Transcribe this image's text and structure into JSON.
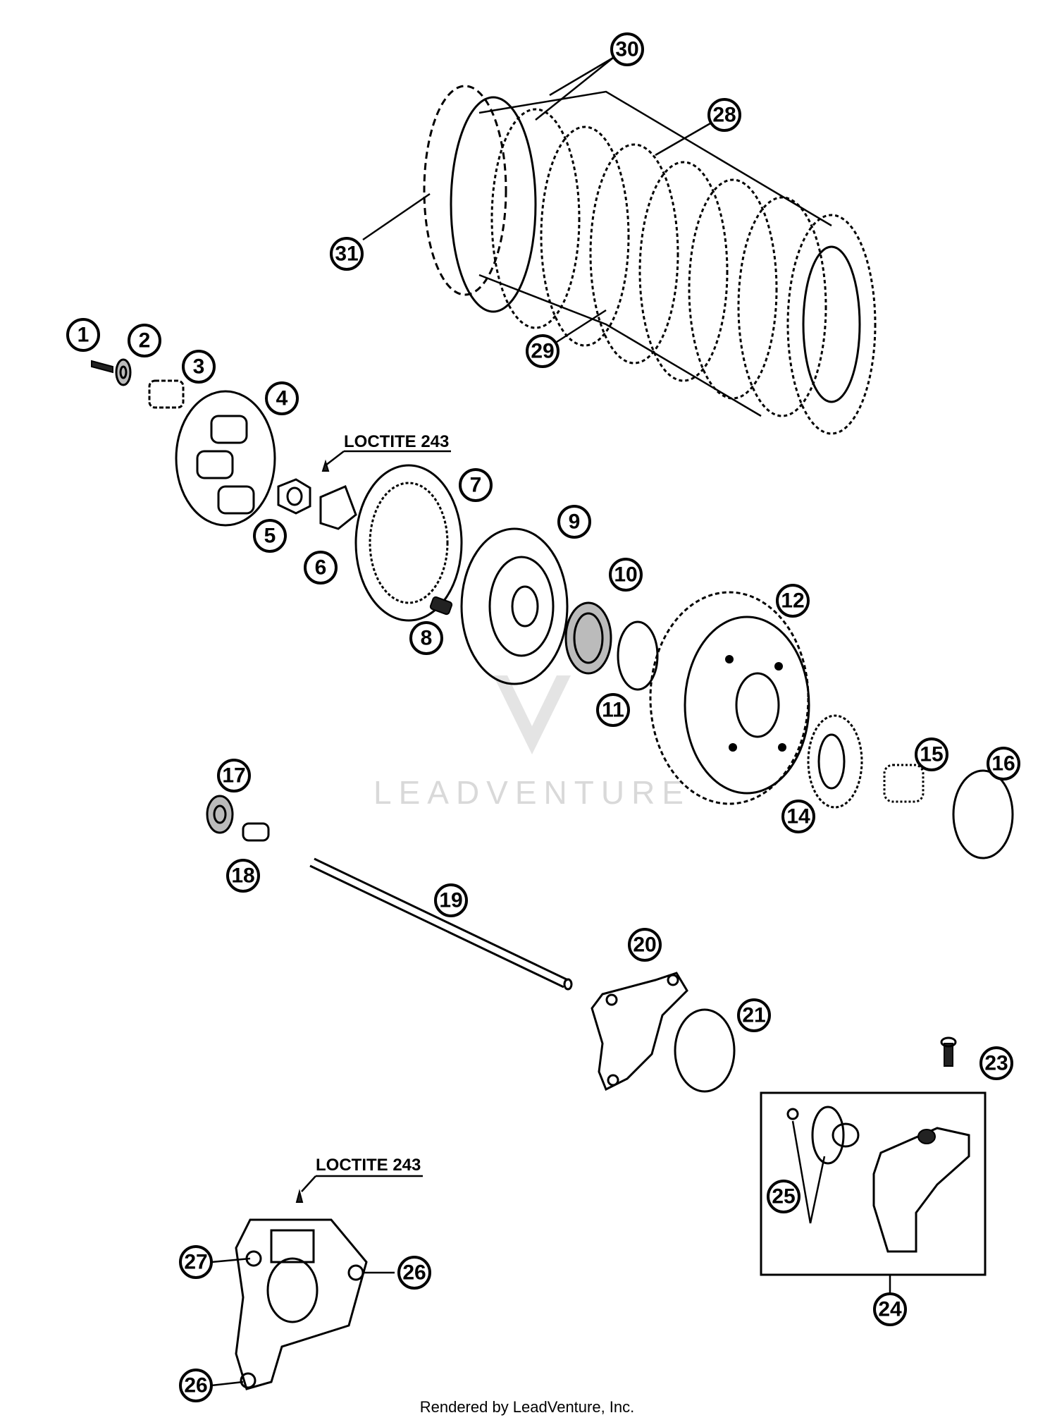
{
  "callouts": [
    "1",
    "2",
    "3",
    "4",
    "5",
    "6",
    "7",
    "8",
    "9",
    "10",
    "11",
    "12",
    "14",
    "15",
    "16",
    "17",
    "18",
    "19",
    "20",
    "21",
    "23",
    "24",
    "25",
    "26",
    "26",
    "27",
    "28",
    "29",
    "30",
    "31"
  ],
  "notes": {
    "loctite_upper": "LOCTITE 243",
    "loctite_lower": "LOCTITE 243"
  },
  "watermark": "LEADVENTURE",
  "footer": "Rendered by LeadVenture, Inc."
}
